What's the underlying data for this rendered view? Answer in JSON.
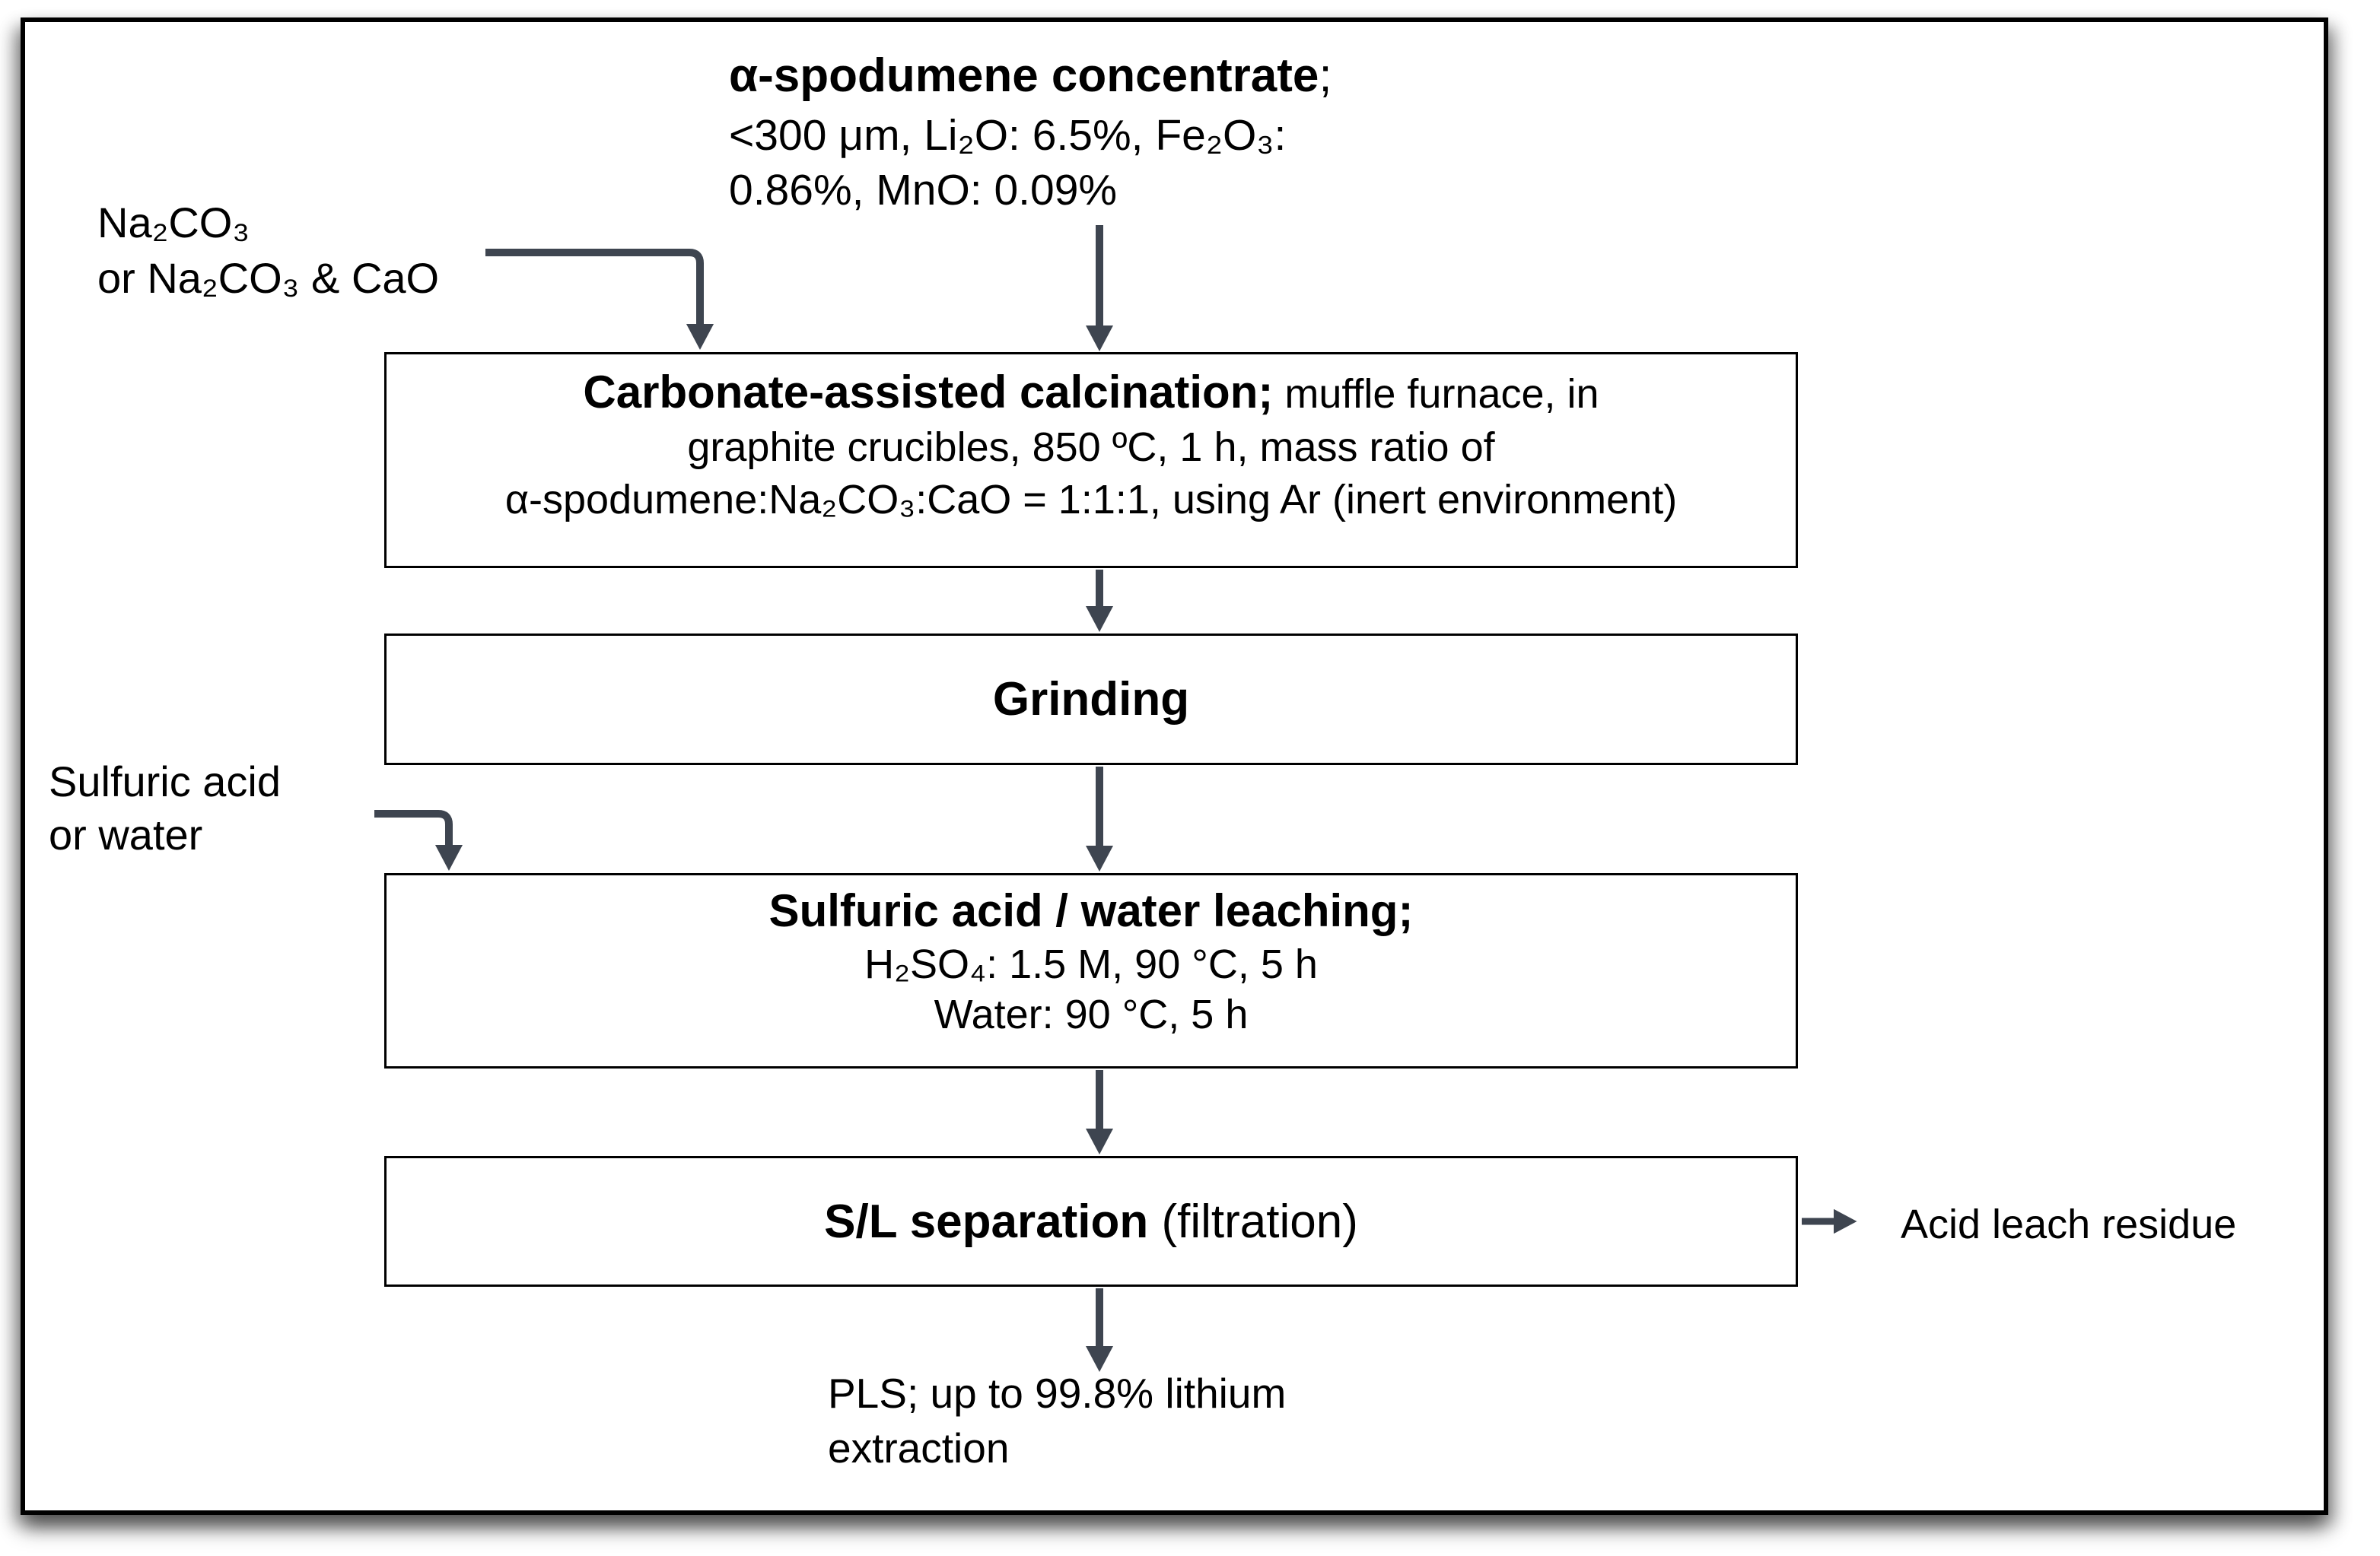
{
  "diagram": {
    "header": {
      "title_bold": "α-spodumene concentrate",
      "title_suffix": ";",
      "lines": [
        "<300 μm, Li₂O: 6.5%, Fe₂O₃:",
        "0.86%, MnO: 0.09%"
      ]
    },
    "reagent_top": {
      "lines": [
        "Na₂CO₃",
        "or Na₂CO₃ & CaO"
      ]
    },
    "reagent_mid": {
      "lines": [
        "Sulfuric acid",
        "or water"
      ]
    },
    "boxes": [
      {
        "title_bold": "Carbonate-assisted calcination;",
        "title_rest": " muffle furnace, in",
        "lines": [
          "graphite crucibles, 850 ºC, 1 h, mass ratio of",
          "α-spodumene:Na₂CO₃:CaO = 1:1:1, using Ar (inert environment)"
        ]
      },
      {
        "title_bold": "Grinding"
      },
      {
        "title_bold": "Sulfuric acid / water leaching;",
        "lines": [
          "H₂SO₄: 1.5 M, 90 °C, 5 h",
          "Water: 90 °C, 5 h"
        ]
      },
      {
        "title_bold": "S/L separation",
        "title_rest": " (filtration)"
      }
    ],
    "output_right": "Acid leach residue",
    "output_bottom": {
      "lines": [
        "PLS; up to 99.8% lithium",
        "extraction"
      ]
    },
    "colors": {
      "arrow": "#3e4550",
      "box_border": "#000000",
      "background": "#ffffff"
    }
  }
}
